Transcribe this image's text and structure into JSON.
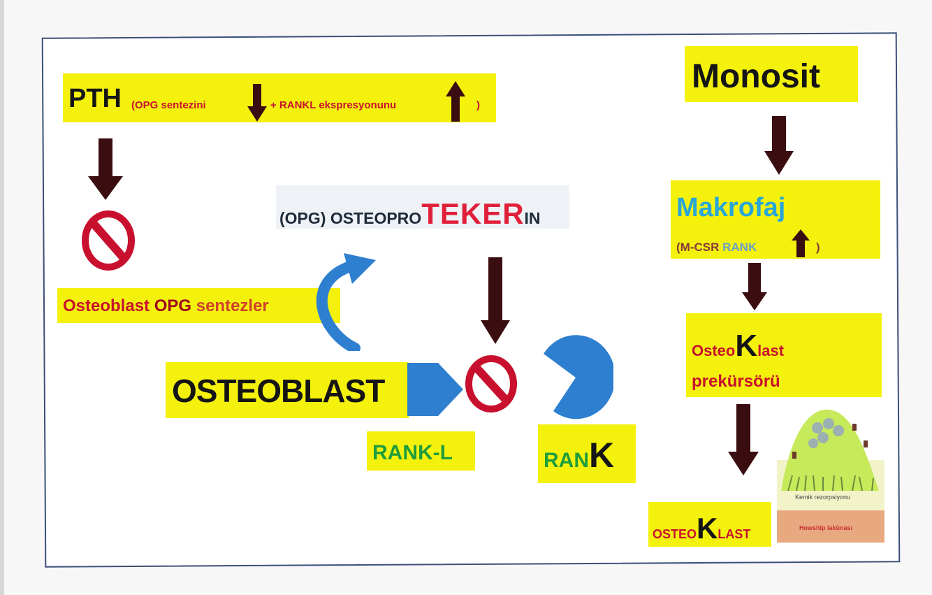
{
  "pth": {
    "title": "PTH",
    "open": "(OPG sentezini",
    "middle": "+ RANKL ekspresyonunu",
    "close": ")"
  },
  "osteoblast_opg": {
    "word1": "Osteoblast",
    "word2": "OPG",
    "word3": "sentezler"
  },
  "opg": {
    "prefix": "(OPG) OSTEOPRO",
    "highlight": "TEKER",
    "suffix": "IN"
  },
  "osteoblast_label": "OSTEOBLAST",
  "rank_l_label": "RANK-L",
  "rank": {
    "prefix": "RAN",
    "suffix": "K"
  },
  "monosit_label": "Monosit",
  "makrofaj": {
    "title": "Makrofaj",
    "sub_left": "(M-CSR",
    "sub_mid": "RANK",
    "sub_right": ")"
  },
  "precursor": {
    "line1_prefix": "Osteo",
    "line1_letter": "K",
    "line1_suffix": "last",
    "line2": "prekürsörü"
  },
  "osteoklast": {
    "prefix": "OSTEO",
    "letter": "K",
    "suffix": "LAST"
  },
  "cell_image": {
    "caption_top": "Kemik rezorpsiyonu",
    "caption_bottom": "Howship lakünası"
  },
  "colors": {
    "highlight": "#f4f20d",
    "arrow_dark": "#3a0d10",
    "inhibit_red": "#c8102e",
    "blue_shape": "#2f7fd0",
    "frame_border": "#3a4f7a"
  },
  "icons": [
    "down-arrow-icon",
    "up-arrow-icon",
    "prohibition-icon",
    "curved-arrow-icon",
    "pentagon-ligand-shape",
    "pacman-receptor-shape"
  ]
}
